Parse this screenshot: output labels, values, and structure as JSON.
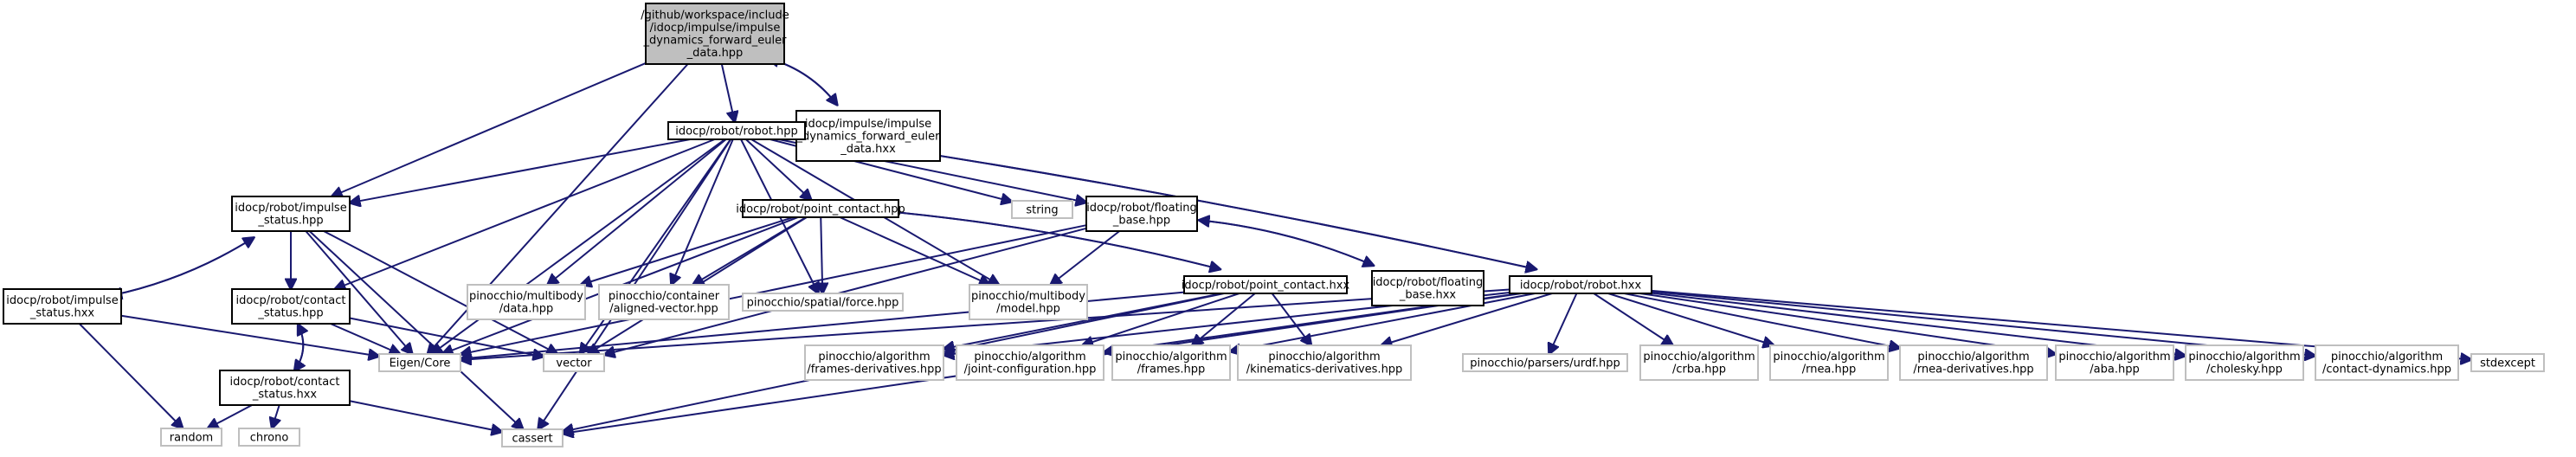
{
  "style": {
    "edge_color": "#191970",
    "root_fill": "#bfbfbf",
    "node_border": "#000000",
    "external_border": "#bfbfbf",
    "background": "#ffffff"
  },
  "nodes": [
    {
      "id": "root",
      "kind": "root",
      "lines": [
        "/github/workspace/include",
        "/idocp/impulse/impulse",
        "_dynamics_forward_euler",
        "_data.hpp"
      ]
    },
    {
      "id": "hxx_fwd",
      "kind": "doc",
      "lines": [
        "idocp/impulse/impulse",
        "_dynamics_forward_euler",
        "_data.hxx"
      ]
    },
    {
      "id": "robot_hpp",
      "kind": "doc",
      "lines": [
        "idocp/robot/robot.hpp"
      ]
    },
    {
      "id": "imp_status_hpp",
      "kind": "doc",
      "lines": [
        "idocp/robot/impulse",
        "_status.hpp"
      ]
    },
    {
      "id": "imp_status_hxx",
      "kind": "doc",
      "lines": [
        "idocp/robot/impulse",
        "_status.hxx"
      ]
    },
    {
      "id": "contact_status_hpp",
      "kind": "doc",
      "lines": [
        "idocp/robot/contact",
        "_status.hpp"
      ]
    },
    {
      "id": "contact_status_hxx",
      "kind": "doc",
      "lines": [
        "idocp/robot/contact",
        "_status.hxx"
      ]
    },
    {
      "id": "point_contact_hpp",
      "kind": "doc",
      "lines": [
        "idocp/robot/point_contact.hpp"
      ]
    },
    {
      "id": "point_contact_hxx",
      "kind": "doc",
      "lines": [
        "idocp/robot/point_contact.hxx"
      ]
    },
    {
      "id": "floating_base_hpp",
      "kind": "doc",
      "lines": [
        "idocp/robot/floating",
        "_base.hpp"
      ]
    },
    {
      "id": "floating_base_hxx",
      "kind": "doc",
      "lines": [
        "idocp/robot/floating",
        "_base.hxx"
      ]
    },
    {
      "id": "robot_hxx",
      "kind": "doc",
      "lines": [
        "idocp/robot/robot.hxx"
      ]
    },
    {
      "id": "string",
      "kind": "ext",
      "lines": [
        "string"
      ]
    },
    {
      "id": "pin_data",
      "kind": "ext",
      "lines": [
        "pinocchio/multibody",
        "/data.hpp"
      ]
    },
    {
      "id": "pin_aligned",
      "kind": "ext",
      "lines": [
        "pinocchio/container",
        "/aligned-vector.hpp"
      ]
    },
    {
      "id": "pin_force",
      "kind": "ext",
      "lines": [
        "pinocchio/spatial/force.hpp"
      ]
    },
    {
      "id": "pin_model",
      "kind": "ext",
      "lines": [
        "pinocchio/multibody",
        "/model.hpp"
      ]
    },
    {
      "id": "eigen",
      "kind": "ext",
      "lines": [
        "Eigen/Core"
      ]
    },
    {
      "id": "vector",
      "kind": "ext",
      "lines": [
        "vector"
      ]
    },
    {
      "id": "random",
      "kind": "ext",
      "lines": [
        "random"
      ]
    },
    {
      "id": "chrono",
      "kind": "ext",
      "lines": [
        "chrono"
      ]
    },
    {
      "id": "cassert",
      "kind": "ext",
      "lines": [
        "cassert"
      ]
    },
    {
      "id": "alg_fd",
      "kind": "ext",
      "lines": [
        "pinocchio/algorithm",
        "/frames-derivatives.hpp"
      ]
    },
    {
      "id": "alg_jc",
      "kind": "ext",
      "lines": [
        "pinocchio/algorithm",
        "/joint-configuration.hpp"
      ]
    },
    {
      "id": "alg_frames",
      "kind": "ext",
      "lines": [
        "pinocchio/algorithm",
        "/frames.hpp"
      ]
    },
    {
      "id": "alg_kd",
      "kind": "ext",
      "lines": [
        "pinocchio/algorithm",
        "/kinematics-derivatives.hpp"
      ]
    },
    {
      "id": "urdf",
      "kind": "ext",
      "lines": [
        "pinocchio/parsers/urdf.hpp"
      ]
    },
    {
      "id": "alg_crba",
      "kind": "ext",
      "lines": [
        "pinocchio/algorithm",
        "/crba.hpp"
      ]
    },
    {
      "id": "alg_rnea",
      "kind": "ext",
      "lines": [
        "pinocchio/algorithm",
        "/rnea.hpp"
      ]
    },
    {
      "id": "alg_rnead",
      "kind": "ext",
      "lines": [
        "pinocchio/algorithm",
        "/rnea-derivatives.hpp"
      ]
    },
    {
      "id": "alg_aba",
      "kind": "ext",
      "lines": [
        "pinocchio/algorithm",
        "/aba.hpp"
      ]
    },
    {
      "id": "alg_chol",
      "kind": "ext",
      "lines": [
        "pinocchio/algorithm",
        "/cholesky.hpp"
      ]
    },
    {
      "id": "alg_cd",
      "kind": "ext",
      "lines": [
        "pinocchio/algorithm",
        "/contact-dynamics.hpp"
      ]
    },
    {
      "id": "stdexcept",
      "kind": "ext",
      "lines": [
        "stdexcept"
      ]
    }
  ],
  "edges": [
    [
      "root",
      "hxx_fwd"
    ],
    [
      "hxx_fwd",
      "root"
    ],
    [
      "root",
      "robot_hpp"
    ],
    [
      "root",
      "imp_status_hpp"
    ],
    [
      "root",
      "eigen"
    ],
    [
      "robot_hpp",
      "imp_status_hpp"
    ],
    [
      "robot_hpp",
      "contact_status_hpp"
    ],
    [
      "robot_hpp",
      "point_contact_hpp"
    ],
    [
      "robot_hpp",
      "floating_base_hpp"
    ],
    [
      "robot_hpp",
      "robot_hxx"
    ],
    [
      "robot_hxx",
      "robot_hpp"
    ],
    [
      "robot_hpp",
      "string"
    ],
    [
      "robot_hpp",
      "pin_data"
    ],
    [
      "robot_hpp",
      "pin_aligned"
    ],
    [
      "robot_hpp",
      "pin_force"
    ],
    [
      "robot_hpp",
      "pin_model"
    ],
    [
      "robot_hpp",
      "eigen"
    ],
    [
      "robot_hpp",
      "vector"
    ],
    [
      "robot_hpp",
      "cassert"
    ],
    [
      "imp_status_hpp",
      "imp_status_hxx"
    ],
    [
      "imp_status_hxx",
      "imp_status_hpp"
    ],
    [
      "imp_status_hpp",
      "contact_status_hpp"
    ],
    [
      "imp_status_hpp",
      "eigen"
    ],
    [
      "imp_status_hpp",
      "vector"
    ],
    [
      "imp_status_hpp",
      "cassert"
    ],
    [
      "imp_status_hxx",
      "eigen"
    ],
    [
      "imp_status_hxx",
      "random"
    ],
    [
      "contact_status_hpp",
      "contact_status_hxx"
    ],
    [
      "contact_status_hxx",
      "contact_status_hpp"
    ],
    [
      "contact_status_hpp",
      "eigen"
    ],
    [
      "contact_status_hpp",
      "vector"
    ],
    [
      "contact_status_hxx",
      "random"
    ],
    [
      "contact_status_hxx",
      "chrono"
    ],
    [
      "contact_status_hxx",
      "cassert"
    ],
    [
      "point_contact_hpp",
      "point_contact_hxx"
    ],
    [
      "point_contact_hxx",
      "point_contact_hpp"
    ],
    [
      "point_contact_hpp",
      "pin_data"
    ],
    [
      "point_contact_hpp",
      "pin_aligned"
    ],
    [
      "point_contact_hpp",
      "pin_force"
    ],
    [
      "point_contact_hpp",
      "pin_model"
    ],
    [
      "point_contact_hpp",
      "eigen"
    ],
    [
      "point_contact_hpp",
      "vector"
    ],
    [
      "point_contact_hxx",
      "eigen"
    ],
    [
      "point_contact_hxx",
      "cassert"
    ],
    [
      "point_contact_hxx",
      "alg_fd"
    ],
    [
      "point_contact_hxx",
      "alg_jc"
    ],
    [
      "point_contact_hxx",
      "alg_frames"
    ],
    [
      "point_contact_hxx",
      "alg_kd"
    ],
    [
      "floating_base_hpp",
      "floating_base_hxx"
    ],
    [
      "floating_base_hxx",
      "floating_base_hpp"
    ],
    [
      "floating_base_hpp",
      "pin_model"
    ],
    [
      "floating_base_hpp",
      "eigen"
    ],
    [
      "floating_base_hpp",
      "vector"
    ],
    [
      "robot_hxx",
      "eigen"
    ],
    [
      "robot_hxx",
      "cassert"
    ],
    [
      "robot_hxx",
      "alg_fd"
    ],
    [
      "robot_hxx",
      "alg_jc"
    ],
    [
      "robot_hxx",
      "alg_frames"
    ],
    [
      "robot_hxx",
      "alg_kd"
    ],
    [
      "robot_hxx",
      "urdf"
    ],
    [
      "robot_hxx",
      "alg_crba"
    ],
    [
      "robot_hxx",
      "alg_rnea"
    ],
    [
      "robot_hxx",
      "alg_rnead"
    ],
    [
      "robot_hxx",
      "alg_aba"
    ],
    [
      "robot_hxx",
      "alg_chol"
    ],
    [
      "robot_hxx",
      "alg_cd"
    ],
    [
      "robot_hxx",
      "stdexcept"
    ]
  ]
}
